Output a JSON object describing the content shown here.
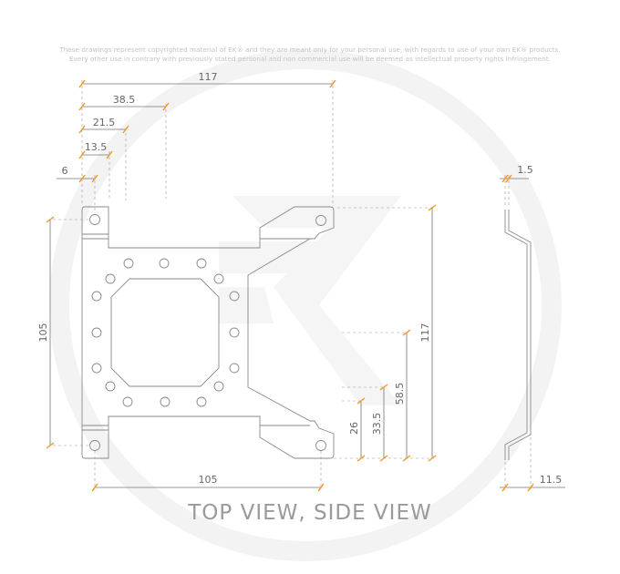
{
  "notice": {
    "line1": "These drawings represent copyrighted material of EK® and they are meant only for your personal use, with regards to use of your own EK® products.",
    "line2": "Every other use in contrary with previously stated personal and non commercial use will be deemed as intellectual property rights infringement."
  },
  "dimensions": {
    "top_117": "117",
    "top_38_5": "38.5",
    "top_21_5": "21.5",
    "top_13_5": "13.5",
    "top_6": "6",
    "left_105": "105",
    "bottom_105": "105",
    "right_117": "117",
    "right_58_5": "58.5",
    "right_33_5": "33.5",
    "right_26": "26",
    "side_1_5": "1.5",
    "side_11_5": "11.5"
  },
  "title": "TOP VIEW, SIDE VIEW",
  "colors": {
    "dimension_tick": "#f7941d",
    "line": "#8a8a8a",
    "watermark": "#f2f2f2"
  }
}
